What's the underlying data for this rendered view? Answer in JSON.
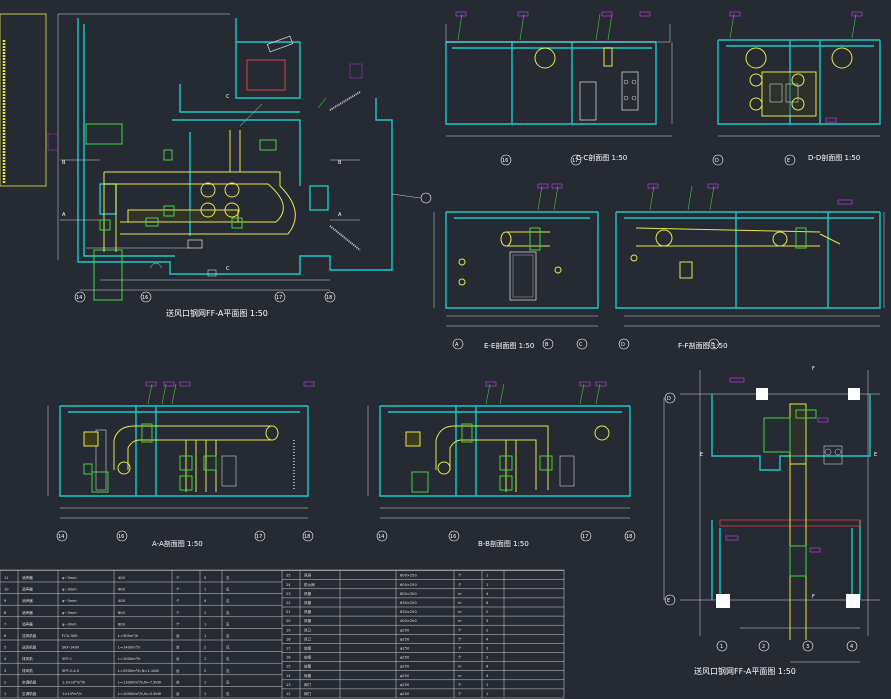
{
  "views": [
    {
      "id": "plan-top",
      "caption": "送风口钢网FF-A平面图 1:50"
    },
    {
      "id": "sec-c",
      "caption": "C-C剖面图 1:50"
    },
    {
      "id": "sec-d",
      "caption": "D-D剖面图 1:50"
    },
    {
      "id": "sec-e",
      "caption": "E-E剖面图 1:50"
    },
    {
      "id": "sec-f",
      "caption": "F-F剖面图 1:50"
    },
    {
      "id": "sec-a",
      "caption": "A-A剖面图 1:50"
    },
    {
      "id": "sec-b",
      "caption": "B-B剖面图 1:50"
    },
    {
      "id": "plan-right",
      "caption": "送风口钢网FF-A平面图 1:50"
    }
  ],
  "axes": {
    "plan_top": [
      "14",
      "16",
      "17",
      "18"
    ],
    "sec_c": [
      "16",
      "17"
    ],
    "sec_d": [
      "D",
      "E"
    ],
    "sec_e": [
      "A",
      "B",
      "C"
    ],
    "sec_f": [
      "D",
      "E"
    ],
    "sec_a": [
      "14",
      "16",
      "17",
      "18"
    ],
    "sec_b": [
      "14",
      "16",
      "17",
      "18"
    ],
    "plan_right_cols": [
      "1",
      "2",
      "3",
      "4"
    ],
    "plan_right_rows": [
      "D",
      "E"
    ]
  },
  "section_marks": {
    "plan_top": [
      "A",
      "A",
      "B",
      "B",
      "C",
      "C"
    ],
    "plan_right": [
      "E",
      "E",
      "F",
      "F"
    ]
  },
  "equipment_table": {
    "rows_left": [
      [
        "11",
        "消声器",
        "φ~3mm",
        "400",
        "个",
        "5",
        "见"
      ],
      [
        "10",
        "消声器",
        "φ~3mm",
        "400",
        "个",
        "1",
        "见"
      ],
      [
        "9",
        "消声器",
        "φ~3mm",
        "400",
        "个",
        "4",
        "见"
      ],
      [
        "8",
        "消声器",
        "φ~3mm",
        "800",
        "个",
        "1",
        "见"
      ],
      [
        "7",
        "消声器",
        "φ~3mm",
        "800",
        "个",
        "1",
        "见"
      ],
      [
        "6",
        "送风机组",
        "FCU-300",
        "L=300m³/h",
        "台",
        "1",
        "见"
      ],
      [
        "5",
        "送风机组",
        "SKF-1400",
        "L=1400m³/h",
        "台",
        "2",
        "见"
      ],
      [
        "4",
        "排风机",
        "SFP-1",
        "L=1000m³/h",
        "台",
        "1",
        "见"
      ],
      [
        "3",
        "排风机",
        "SFP-2-4.5",
        "L=2500m³/h,N=1.1kW",
        "台",
        "2",
        "见"
      ],
      [
        "2",
        "空调机组",
        "1.3×10⁴m³/h",
        "L=13000m³/h,N=7.5kW",
        "台",
        "1",
        "见"
      ],
      [
        "1",
        "空调机组",
        "1×10⁴m³/h",
        "L=10000m³/h,N=5.5kW",
        "台",
        "1",
        "见"
      ]
    ],
    "rows_right": [
      [
        "25",
        "风阀",
        "",
        "600×250",
        "个",
        "1",
        ""
      ],
      [
        "24",
        "防火阀",
        "",
        "600×250",
        "个",
        "1",
        ""
      ],
      [
        "23",
        "风管",
        "",
        "800×300",
        "m",
        "4",
        ""
      ],
      [
        "22",
        "风管",
        "",
        "630×250",
        "m",
        "6",
        ""
      ],
      [
        "21",
        "风管",
        "",
        "630×250",
        "m",
        "2",
        ""
      ],
      [
        "20",
        "风管",
        "",
        "400×200",
        "m",
        "3",
        ""
      ],
      [
        "19",
        "风口",
        "",
        "φ250",
        "个",
        "2",
        ""
      ],
      [
        "18",
        "风口",
        "",
        "φ250",
        "个",
        "4",
        ""
      ],
      [
        "17",
        "软接",
        "",
        "φ250",
        "个",
        "3",
        ""
      ],
      [
        "16",
        "软接",
        "",
        "φ250",
        "个",
        "2",
        ""
      ],
      [
        "15",
        "软管",
        "",
        "φ250",
        "m",
        "6",
        ""
      ],
      [
        "14",
        "软管",
        "",
        "φ250",
        "m",
        "4",
        ""
      ],
      [
        "13",
        "阀门",
        "",
        "φ250",
        "个",
        "1",
        ""
      ],
      [
        "12",
        "阀门",
        "",
        "φ250",
        "个",
        "1",
        ""
      ]
    ]
  },
  "colors": {
    "background": "#262a33",
    "wall": "#19c9c9",
    "duct": "#e8e84a",
    "equipment": "#3fd43f",
    "annotation": "#d040ff",
    "dimension": "#d8d8d8",
    "sleeve": "#d84040"
  }
}
